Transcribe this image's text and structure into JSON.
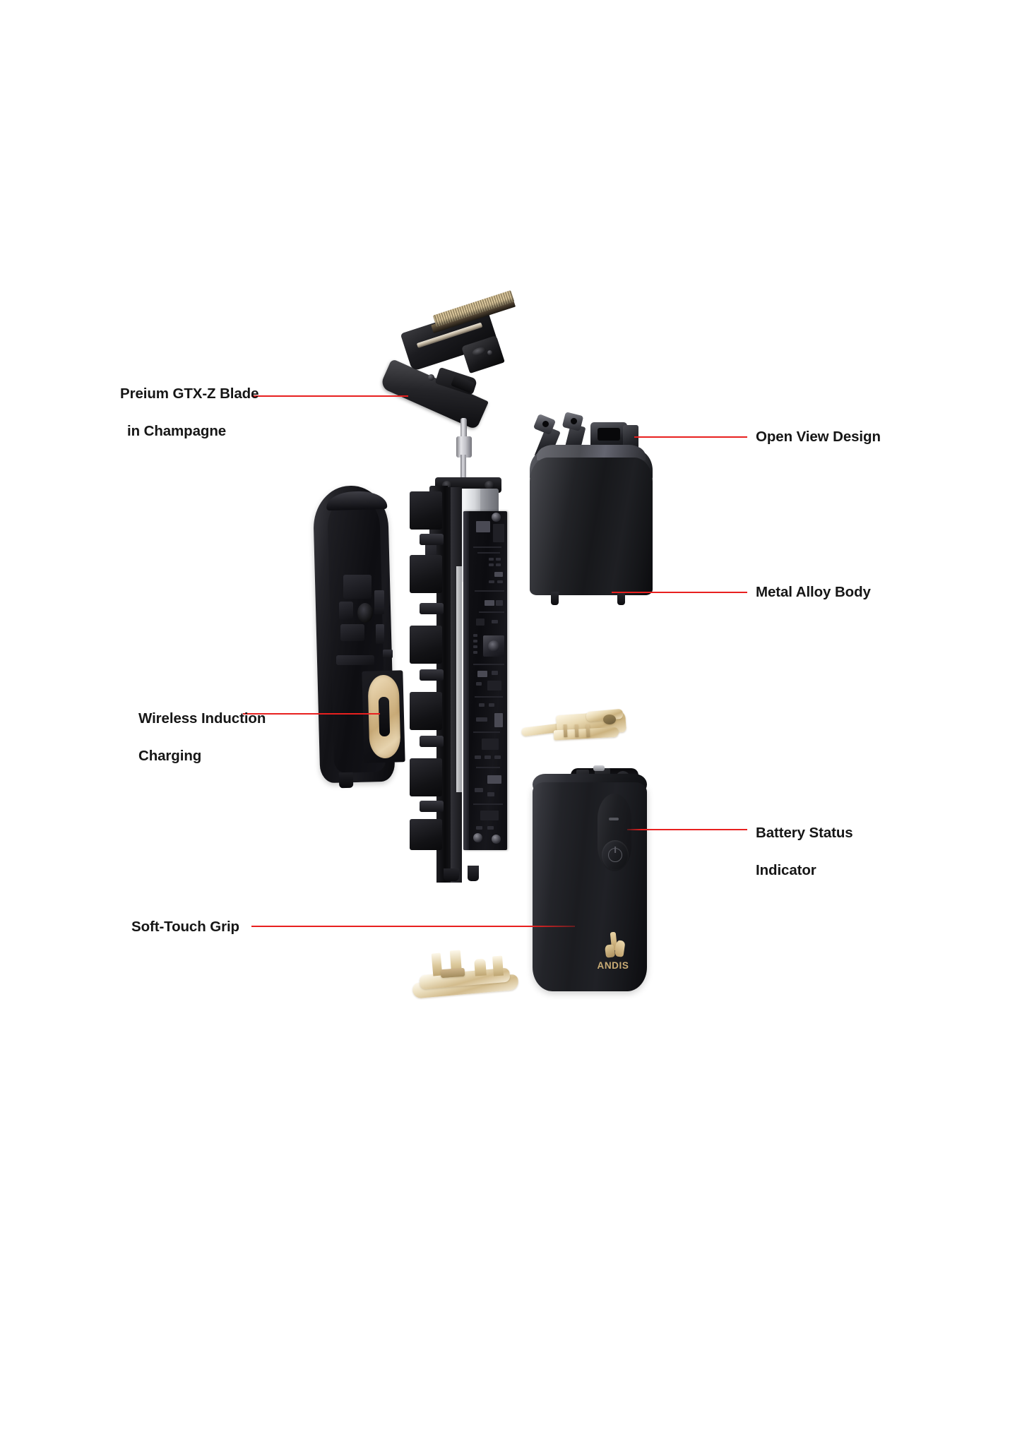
{
  "diagram": {
    "type": "exploded-view-product-diagram",
    "product": "Andis cordless hair trimmer",
    "brand": "ANDIS",
    "background_color": "#ffffff",
    "leader_line_color": "#e8201f",
    "label_text_color": "#161616",
    "accent_gold": "#cdb083"
  },
  "callouts": [
    {
      "id": "blade",
      "name": "premium-blade-callout",
      "text": "Preium GTX-Z Blade\n in Champagne",
      "side": "left",
      "line1": "Preium GTX-Z Blade",
      "line2": "in Champagne"
    },
    {
      "id": "open-view",
      "name": "open-view-design-callout",
      "text": "Open View Design",
      "side": "right"
    },
    {
      "id": "metal-body",
      "name": "metal-alloy-body-callout",
      "text": "Metal Alloy Body",
      "side": "right"
    },
    {
      "id": "wireless",
      "name": "wireless-induction-charging-callout",
      "text": "Wireless Induction\nCharging",
      "side": "left",
      "line1": "Wireless Induction",
      "line2": "Charging"
    },
    {
      "id": "battery",
      "name": "battery-status-indicator-callout",
      "text": "Battery Status\nIndicator",
      "side": "right",
      "line1": "Battery Status",
      "line2": "Indicator"
    },
    {
      "id": "grip",
      "name": "soft-touch-grip-callout",
      "text": "Soft-Touch Grip",
      "side": "left"
    }
  ],
  "parts": {
    "blade": "Premium GTX-Z blade in champagne finish",
    "motor": "Rotary motor with drive shaft",
    "pcb": "Control circuit board",
    "back_cover": "Rear housing shell",
    "coil": "Wireless induction charging coil",
    "upper_body": "Metal alloy body housing",
    "gold_bracket_upper": "Champagne internal chassis bracket",
    "grip": "Soft-touch grip housing",
    "gold_base_cap": "Champagne base cap",
    "battery_indicator": "Battery status indicator",
    "power_button": "Power button"
  },
  "logo": {
    "wordmark": "ANDIS"
  }
}
